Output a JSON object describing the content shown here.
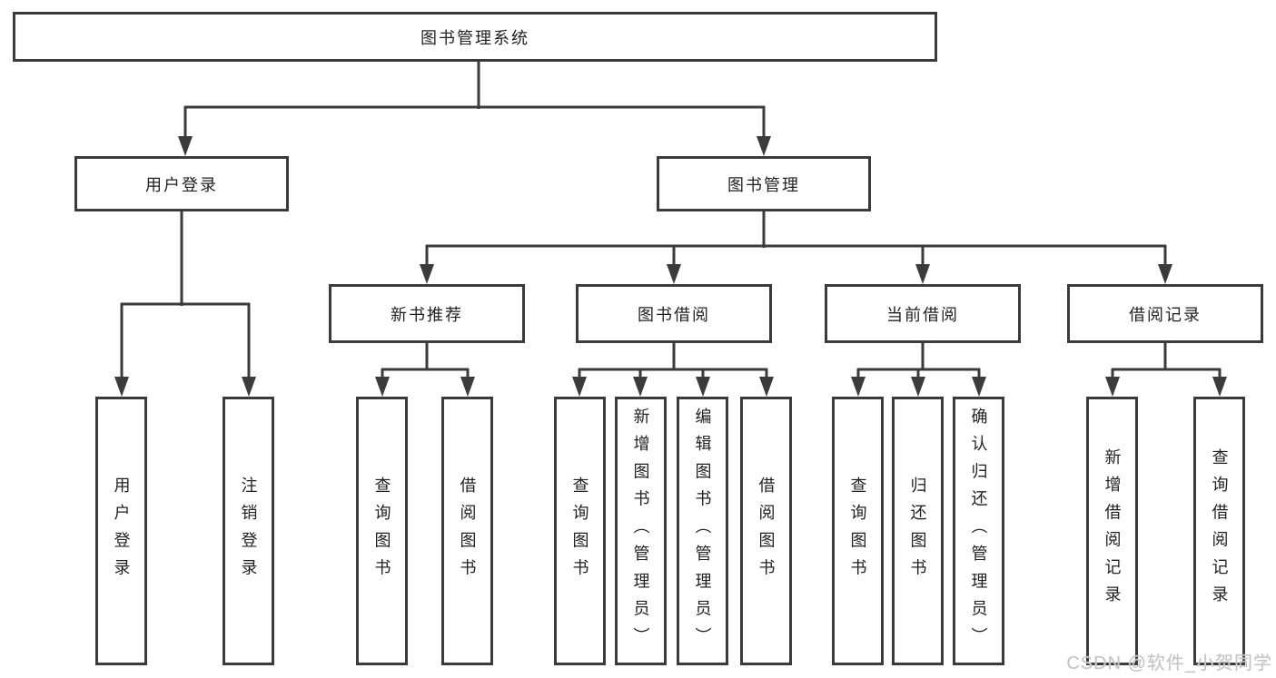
{
  "nodes": {
    "root": "图书管理系统",
    "level2": [
      "用户登录",
      "图书管理"
    ],
    "level3": [
      "新书推荐",
      "图书借阅",
      "当前借阅",
      "借阅记录"
    ],
    "leaves_user_login": [
      "用户登录",
      "注销登录"
    ],
    "leaves_new_book": [
      "查询图书",
      "借阅图书"
    ],
    "leaves_book_borrow": [
      "查询图书",
      "新增图书（管理员）",
      "编辑图书（管理员）",
      "借阅图书"
    ],
    "leaves_current_borrow": [
      "查询图书",
      "归还图书",
      "确认归还（管理员）"
    ],
    "leaves_borrow_record": [
      "新增借阅记录",
      "查询借阅记录"
    ]
  },
  "watermark": "CSDN @软件_小贺同学",
  "colors": {
    "line": "#3b3b3b",
    "box_border": "#3b3b3b",
    "box_background": "#ffffff",
    "text": "#222222",
    "watermark": "#c6c6c6"
  }
}
